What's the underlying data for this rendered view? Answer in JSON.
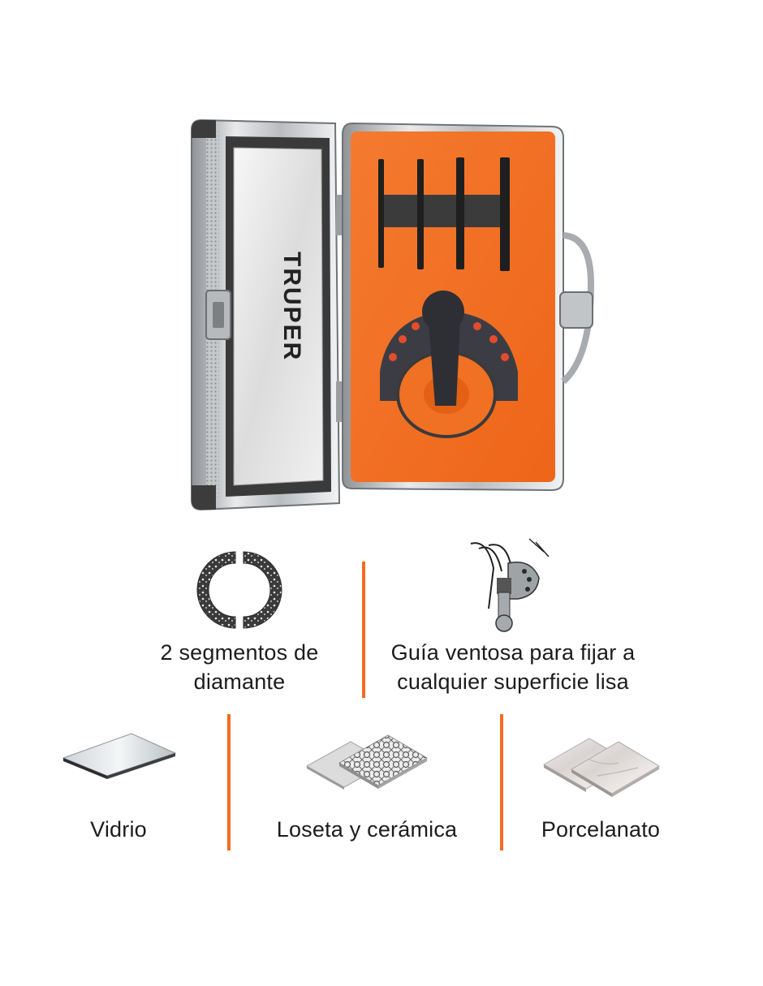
{
  "product": {
    "brand_logo_text": "TRUPER",
    "image_description_name": "drill-kit-case"
  },
  "features": [
    {
      "icon": "diamond-segments-icon",
      "line1": "2 segmentos de",
      "line2": "diamante"
    },
    {
      "icon": "suction-guide-icon",
      "line1": "Guía ventosa para fijar a",
      "line2": "cualquier superficie lisa"
    }
  ],
  "materials": [
    {
      "icon": "glass-sheet-icon",
      "label": "Vidrio"
    },
    {
      "icon": "tile-ceramic-icon",
      "label": "Loseta y cerámica"
    },
    {
      "icon": "porcelain-tile-icon",
      "label": "Porcelanato"
    }
  ],
  "colors": {
    "accent": "#f36b21",
    "foam": "#f26a21",
    "metal": "#c9ccce",
    "dark": "#2b2b2b"
  }
}
